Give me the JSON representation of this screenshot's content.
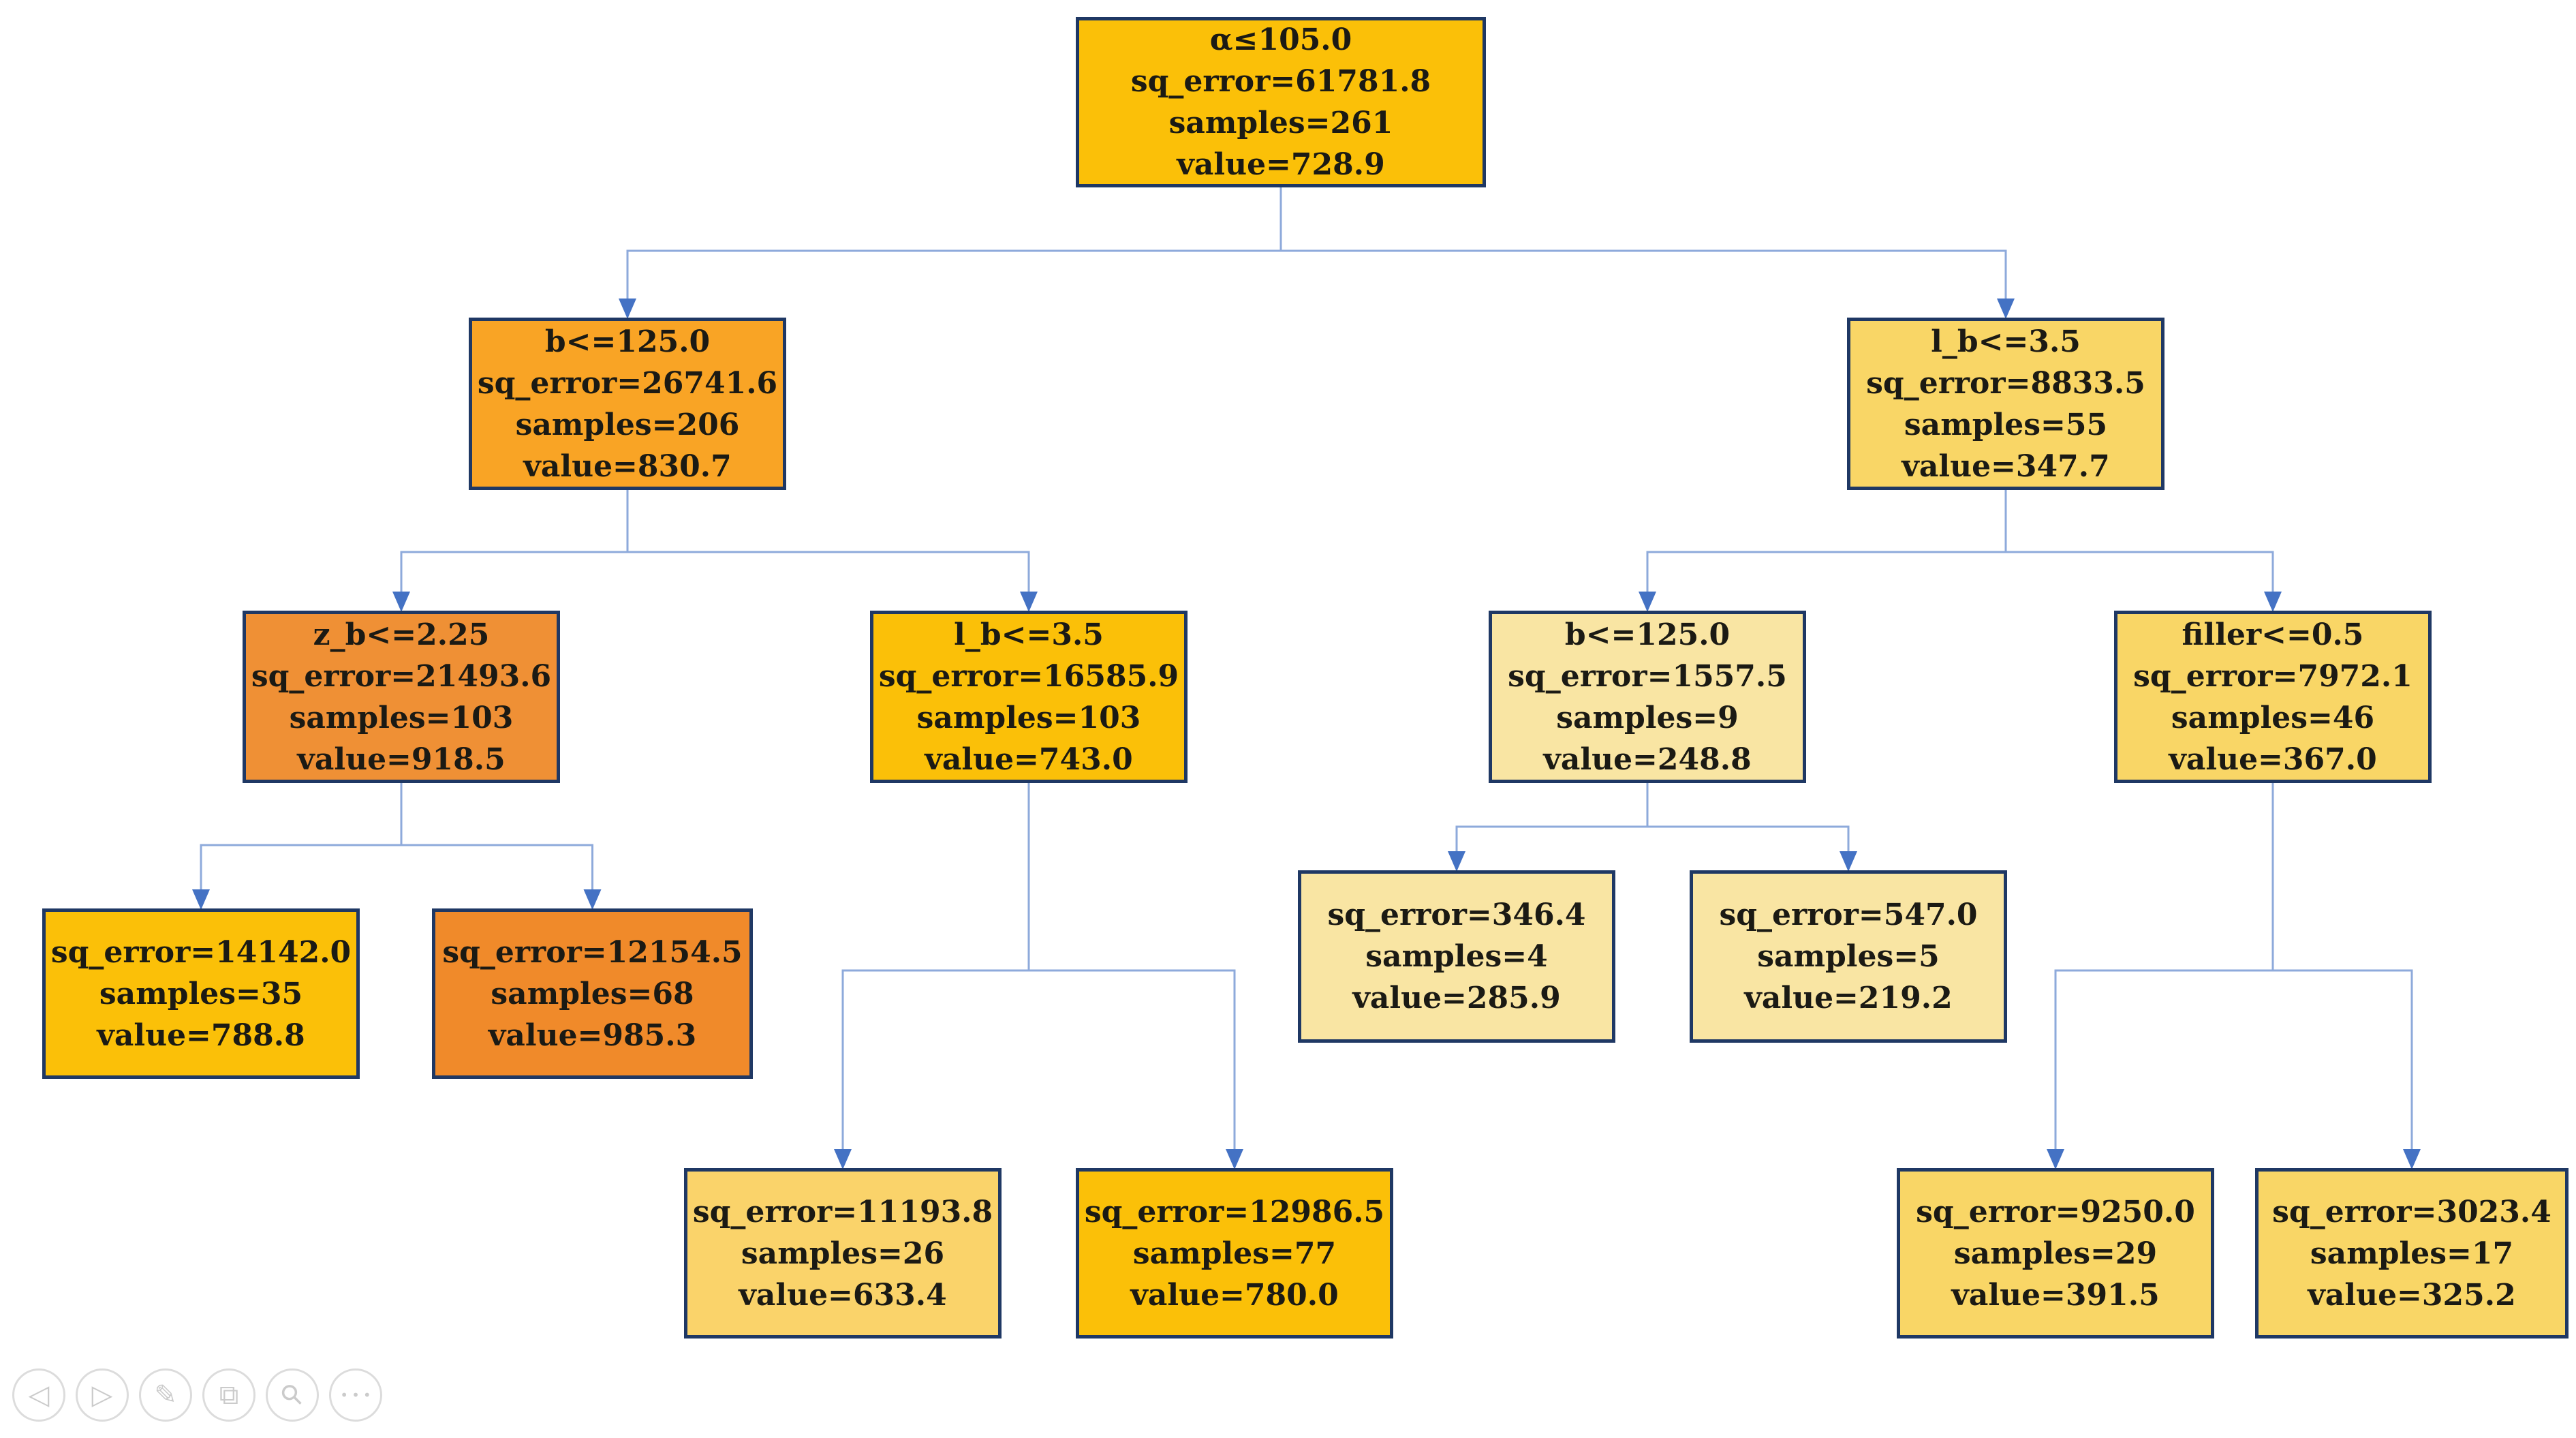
{
  "slide": {
    "background": "#ffffff"
  },
  "colors": {
    "node_border": "#1F3864",
    "edge_line": "#8EAADB",
    "edge_arrow": "#4472C4",
    "node_text": "#1b1a14"
  },
  "tree": {
    "nodes": [
      {
        "id": "root",
        "lines": [
          "α≤105.0",
          "sq_error=61781.8",
          "samples=261",
          "value=728.9"
        ],
        "fill": "#FBC008"
      },
      {
        "id": "n_b1",
        "lines": [
          "b<=125.0",
          "sq_error=26741.6",
          "samples=206",
          "value=830.7"
        ],
        "fill": "#F9A425"
      },
      {
        "id": "n_lb1",
        "lines": [
          "l_b<=3.5",
          "sq_error=8833.5",
          "samples=55",
          "value=347.7"
        ],
        "fill": "#F9D666"
      },
      {
        "id": "n_zb",
        "lines": [
          "z_b<=2.25",
          "sq_error=21493.6",
          "samples=103",
          "value=918.5"
        ],
        "fill": "#EF9035"
      },
      {
        "id": "n_lb2",
        "lines": [
          "l_b<=3.5",
          "sq_error=16585.9",
          "samples=103",
          "value=743.0"
        ],
        "fill": "#FBC008"
      },
      {
        "id": "n_b2",
        "lines": [
          "b<=125.0",
          "sq_error=1557.5",
          "samples=9",
          "value=248.8"
        ],
        "fill": "#F9E5A3"
      },
      {
        "id": "n_filler",
        "lines": [
          "filler<=0.5",
          "sq_error=7972.1",
          "samples=46",
          "value=367.0"
        ],
        "fill": "#F9D666"
      },
      {
        "id": "leaf_14142",
        "lines": [
          "sq_error=14142.0",
          "samples=35",
          "value=788.8"
        ],
        "fill": "#FBC008"
      },
      {
        "id": "leaf_12154",
        "lines": [
          "sq_error=12154.5",
          "samples=68",
          "value=985.3"
        ],
        "fill": "#F08A2A"
      },
      {
        "id": "leaf_346",
        "lines": [
          "sq_error=346.4",
          "samples=4",
          "value=285.9"
        ],
        "fill": "#F9E5A3"
      },
      {
        "id": "leaf_547",
        "lines": [
          "sq_error=547.0",
          "samples=5",
          "value=219.2"
        ],
        "fill": "#F9E5A3"
      },
      {
        "id": "leaf_11193",
        "lines": [
          "sq_error=11193.8",
          "samples=26",
          "value=633.4"
        ],
        "fill": "#FAD36A"
      },
      {
        "id": "leaf_12986",
        "lines": [
          "sq_error=12986.5",
          "samples=77",
          "value=780.0"
        ],
        "fill": "#FBC008"
      },
      {
        "id": "leaf_9250",
        "lines": [
          "sq_error=9250.0",
          "samples=29",
          "value=391.5"
        ],
        "fill": "#F9D666"
      },
      {
        "id": "leaf_3023",
        "lines": [
          "sq_error=3023.4",
          "samples=17",
          "value=325.2"
        ],
        "fill": "#F9D666"
      }
    ],
    "edges": [
      [
        "root",
        "n_b1"
      ],
      [
        "root",
        "n_lb1"
      ],
      [
        "n_b1",
        "n_zb"
      ],
      [
        "n_b1",
        "n_lb2"
      ],
      [
        "n_lb1",
        "n_b2"
      ],
      [
        "n_lb1",
        "n_filler"
      ],
      [
        "n_zb",
        "leaf_14142"
      ],
      [
        "n_zb",
        "leaf_12154"
      ],
      [
        "n_lb2",
        "leaf_11193"
      ],
      [
        "n_lb2",
        "leaf_12986"
      ],
      [
        "n_b2",
        "leaf_346"
      ],
      [
        "n_b2",
        "leaf_547"
      ],
      [
        "n_filler",
        "leaf_9250"
      ],
      [
        "n_filler",
        "leaf_3023"
      ]
    ]
  },
  "toolbar": {
    "buttons": [
      {
        "name": "previous-slide",
        "icon": "left-arrow-icon"
      },
      {
        "name": "next-slide",
        "icon": "right-arrow-icon"
      },
      {
        "name": "pen",
        "icon": "pen-icon"
      },
      {
        "name": "see-all-slides",
        "icon": "slides-overview-icon"
      },
      {
        "name": "zoom",
        "icon": "magnifier-icon"
      },
      {
        "name": "more-options",
        "icon": "ellipsis-icon"
      }
    ]
  }
}
